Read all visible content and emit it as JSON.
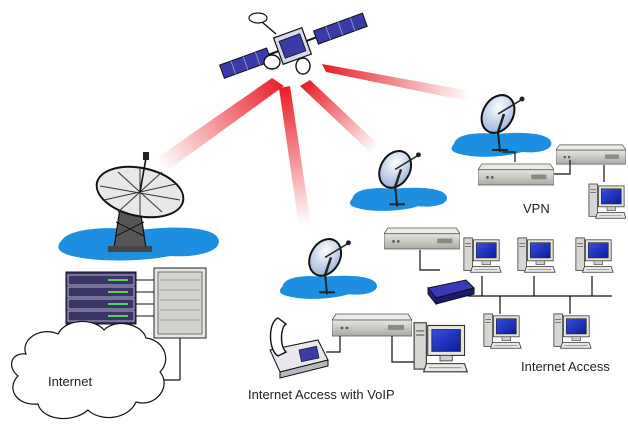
{
  "labels": {
    "internet": "Internet",
    "vpn": "VPN",
    "voip": "Internet Access with VoIP",
    "internet_access": "Internet Access"
  },
  "colors": {
    "beam": "#e8202a",
    "water": "#1e8fe0",
    "satellite_panel": "#3a3aa8",
    "modem": "#c9cac4",
    "server_rack": "#3a3566",
    "switch": "#2a2a9a",
    "line": "#222222"
  },
  "icons": [
    "satellite-icon",
    "hub-dish-icon",
    "server-rack-icon",
    "cloud-icon",
    "vsat-dish-icon",
    "modem-icon",
    "desktop-computer-icon",
    "telephone-icon",
    "network-switch-icon"
  ]
}
